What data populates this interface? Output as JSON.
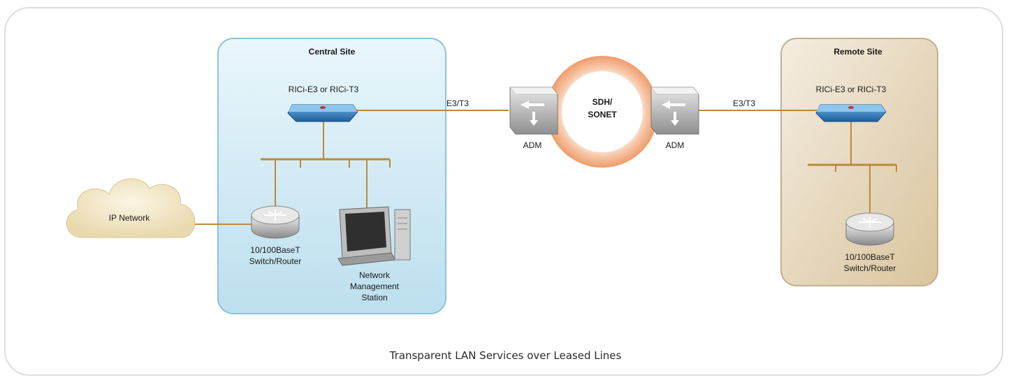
{
  "central_site": {
    "title": "Central Site",
    "device_label": "RICi-E3 or RICi-T3",
    "router_label_line1": "10/100BaseT",
    "router_label_line2": "Switch/Router",
    "station_label_line1": "Network",
    "station_label_line2": "Management",
    "station_label_line3": "Station"
  },
  "remote_site": {
    "title": "Remote Site",
    "device_label": "RICi-E3 or RICi-T3",
    "router_label_line1": "10/100BaseT",
    "router_label_line2": "Switch/Router"
  },
  "ip_network": {
    "label": "IP Network"
  },
  "ring": {
    "label_line1": "SDH/",
    "label_line2": "SONET"
  },
  "links": {
    "left_label": "E3/T3",
    "right_label": "E3/T3"
  },
  "adm": {
    "left_label": "ADM",
    "right_label": "ADM"
  },
  "caption": "Transparent LAN Services over Leased Lines",
  "colors": {
    "central_fill": "#d6ecf6",
    "central_border": "#7fb8d8",
    "remote_fill": "#e6d8bb",
    "remote_border": "#b9a883",
    "link": "#b98a3c",
    "ring": "#efae85",
    "cloud": "#f3e7c6"
  }
}
